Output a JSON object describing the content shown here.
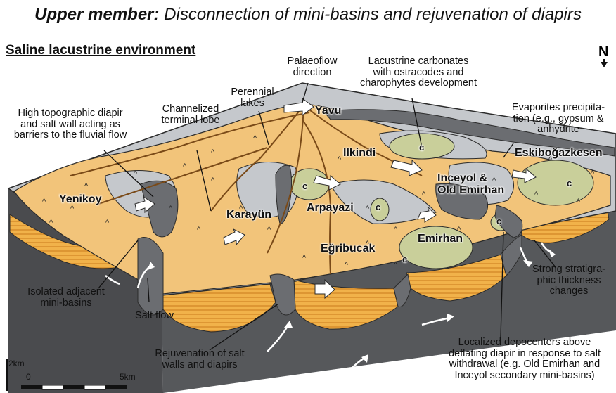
{
  "title": {
    "bold": "Upper member:",
    "rest": " Disconnection of mini-basins and rejuvenation of diapirs"
  },
  "subtitle": "Saline lacustrine environment",
  "north": "N",
  "labels": {
    "palaeoflow": "Palaeoflow\ndirection",
    "lacustrine_carbonates": "Lacustrine carbonates\nwith ostracodes and\ncharophytes development",
    "perennial_lakes": "Perennial\nlakes",
    "channelized": "Channelized\nterminal lobe",
    "high_topo": "High topographic diapir\nand salt wall acting as\nbarriers to the fluvial flow",
    "evaporites": "Evaporites precipita-\ntion (e.g., gypsum &\nanhydrite",
    "isolated": "Isolated adjacent\nmini-basins",
    "salt_flow": "Salt flow",
    "strong": "Strong stratigra-\nphic thickness\nchanges",
    "rejuvenation": "Rejuvenation of salt\nwalls and diapirs",
    "localized": "Localized depocenters above\ndeflating diapir in response to salt\nwithdrawal (e.g. Old Emirhan and\nInceyol secondary mini-basins)"
  },
  "places": {
    "yavu": "Yavu",
    "ilkindi": "Ilkindi",
    "eskibogazkesen": "Eskiboğazkesen",
    "inceyol": "Inceyol &\nOld Emirhan",
    "yenikoy": "Yenikoy",
    "karayun": "Karayün",
    "arpayazi": "Arpayazi",
    "egribucak": "Eğribucak",
    "emirhan": "Emirhan"
  },
  "scale": {
    "vertical": "2km",
    "zero": "0",
    "horizontal": "5km"
  },
  "symbols": {
    "carbonate": "c",
    "evaporite": "^"
  },
  "colors": {
    "fluvial": "#f2c47a",
    "lake": "#c5c8cc",
    "carbonate": "#c9cf9a",
    "diapir": "#6b6d71",
    "salt_side": "#4a4b4e",
    "strata": "#e99a2c",
    "outline": "#2b2b2b"
  }
}
